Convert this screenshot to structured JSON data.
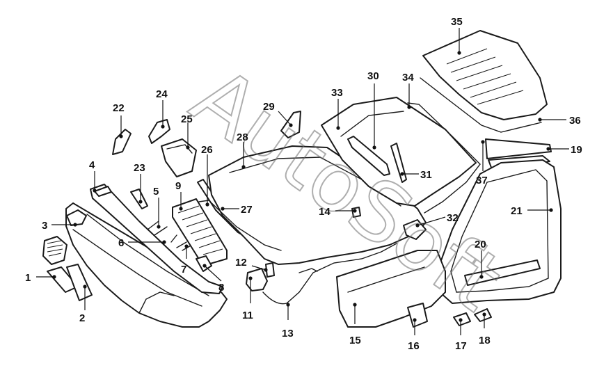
{
  "watermark": "AutoSoft",
  "colors": {
    "ink": "#111111",
    "watermark": "#6d6d6d",
    "background": "#ffffff"
  },
  "parts": [
    {
      "id": "p1",
      "number": "1"
    },
    {
      "id": "p2",
      "number": "2"
    },
    {
      "id": "p3",
      "number": "3"
    },
    {
      "id": "p4",
      "number": "4"
    },
    {
      "id": "p5",
      "number": "5"
    },
    {
      "id": "p6",
      "number": "6"
    },
    {
      "id": "p7",
      "number": "7"
    },
    {
      "id": "p8",
      "number": "8"
    },
    {
      "id": "p9",
      "number": "9"
    },
    {
      "id": "p11",
      "number": "11"
    },
    {
      "id": "p12",
      "number": "12"
    },
    {
      "id": "p13",
      "number": "13"
    },
    {
      "id": "p14",
      "number": "14"
    },
    {
      "id": "p15",
      "number": "15"
    },
    {
      "id": "p16",
      "number": "16"
    },
    {
      "id": "p17",
      "number": "17"
    },
    {
      "id": "p18",
      "number": "18"
    },
    {
      "id": "p19",
      "number": "19"
    },
    {
      "id": "p20",
      "number": "20"
    },
    {
      "id": "p21",
      "number": "21"
    },
    {
      "id": "p22",
      "number": "22"
    },
    {
      "id": "p23",
      "number": "23"
    },
    {
      "id": "p24",
      "number": "24"
    },
    {
      "id": "p25",
      "number": "25"
    },
    {
      "id": "p26",
      "number": "26"
    },
    {
      "id": "p27",
      "number": "27"
    },
    {
      "id": "p28",
      "number": "28"
    },
    {
      "id": "p29",
      "number": "29"
    },
    {
      "id": "p30",
      "number": "30"
    },
    {
      "id": "p31",
      "number": "31"
    },
    {
      "id": "p32",
      "number": "32"
    },
    {
      "id": "p33",
      "number": "33"
    },
    {
      "id": "p34",
      "number": "34"
    },
    {
      "id": "p35",
      "number": "35"
    },
    {
      "id": "p36",
      "number": "36"
    },
    {
      "id": "p37",
      "number": "37"
    }
  ]
}
